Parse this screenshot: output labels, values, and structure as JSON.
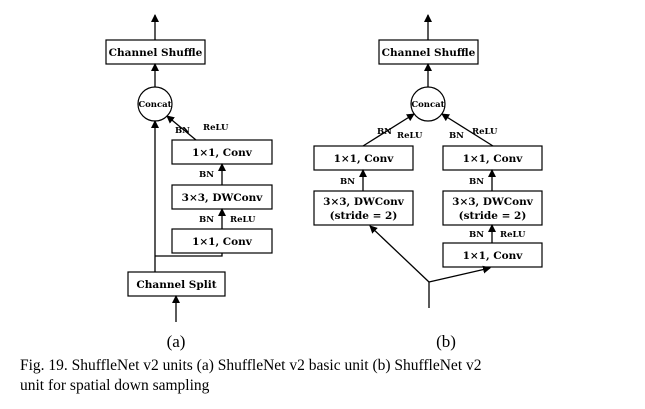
{
  "diagram_a": {
    "channel_shuffle": "Channel Shuffle",
    "concat": "Concat",
    "bn_relu_top": {
      "bn": "BN",
      "relu": "ReLU"
    },
    "conv1_top": "1×1, Conv",
    "bn_mid": "BN",
    "dwconv": "3×3, DWConv",
    "bn_relu_low": {
      "bn": "BN",
      "relu": "ReLU"
    },
    "conv1_bottom": "1×1, Conv",
    "channel_split": "Channel Split",
    "label": "(a)"
  },
  "diagram_b": {
    "channel_shuffle": "Channel Shuffle",
    "concat": "Concat",
    "left": {
      "bn_relu": {
        "bn": "BN",
        "relu": "ReLU"
      },
      "conv": "1×1, Conv",
      "bn": "BN",
      "dwconv_line1": "3×3, DWConv",
      "dwconv_line2": "(stride = 2)"
    },
    "right": {
      "bn_relu_top": {
        "bn": "BN",
        "relu": "ReLU"
      },
      "conv_top": "1×1, Conv",
      "bn": "BN",
      "dwconv_line1": "3×3, DWConv",
      "dwconv_line2": "(stride = 2)",
      "bn_relu_low": {
        "bn": "BN",
        "relu": "ReLU"
      },
      "conv_bottom": "1×1, Conv"
    },
    "label": "(b)"
  },
  "caption": {
    "line1": "Fig. 19.  ShuffleNet v2 units (a) ShuffleNet v2 basic unit (b) ShuffleNet v2",
    "line2": "unit for spatial down sampling"
  }
}
